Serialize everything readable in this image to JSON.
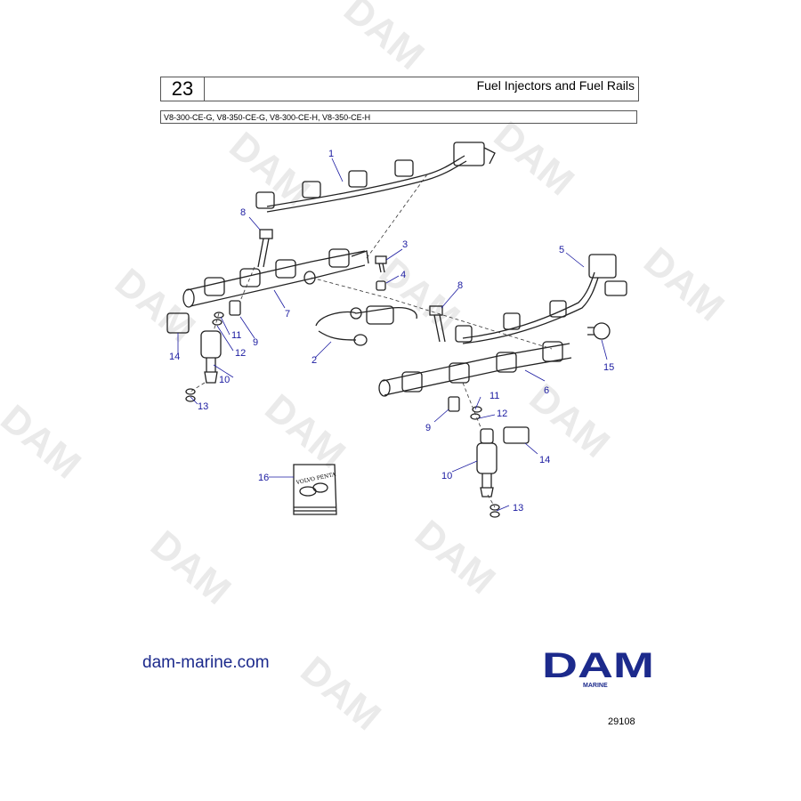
{
  "header": {
    "section_number": "23",
    "title": "Fuel Injectors and Fuel Rails",
    "models": "V8-300-CE-G, V8-350-CE-G, V8-300-CE-H, V8-350-CE-H"
  },
  "callouts": {
    "c1": "1",
    "c2": "2",
    "c3": "3",
    "c4": "4",
    "c5": "5",
    "c6": "6",
    "c7": "7",
    "c8a": "8",
    "c8b": "8",
    "c9a": "9",
    "c9b": "9",
    "c10a": "10",
    "c10b": "10",
    "c11a": "11",
    "c11b": "11",
    "c12a": "12",
    "c12b": "12",
    "c13a": "13",
    "c13b": "13",
    "c14a": "14",
    "c14b": "14",
    "c15": "15",
    "c16": "16"
  },
  "kit_label": "VOLVO PENTA",
  "footer": {
    "website": "dam-marine.com",
    "logo_text": "DAM",
    "logo_sub": "MARINE",
    "diagram_code": "29108"
  },
  "watermark_text": "DAM",
  "colors": {
    "callout": "#1a1aa0",
    "logo": "#1c2a8c",
    "watermark": "#eaeaea"
  }
}
